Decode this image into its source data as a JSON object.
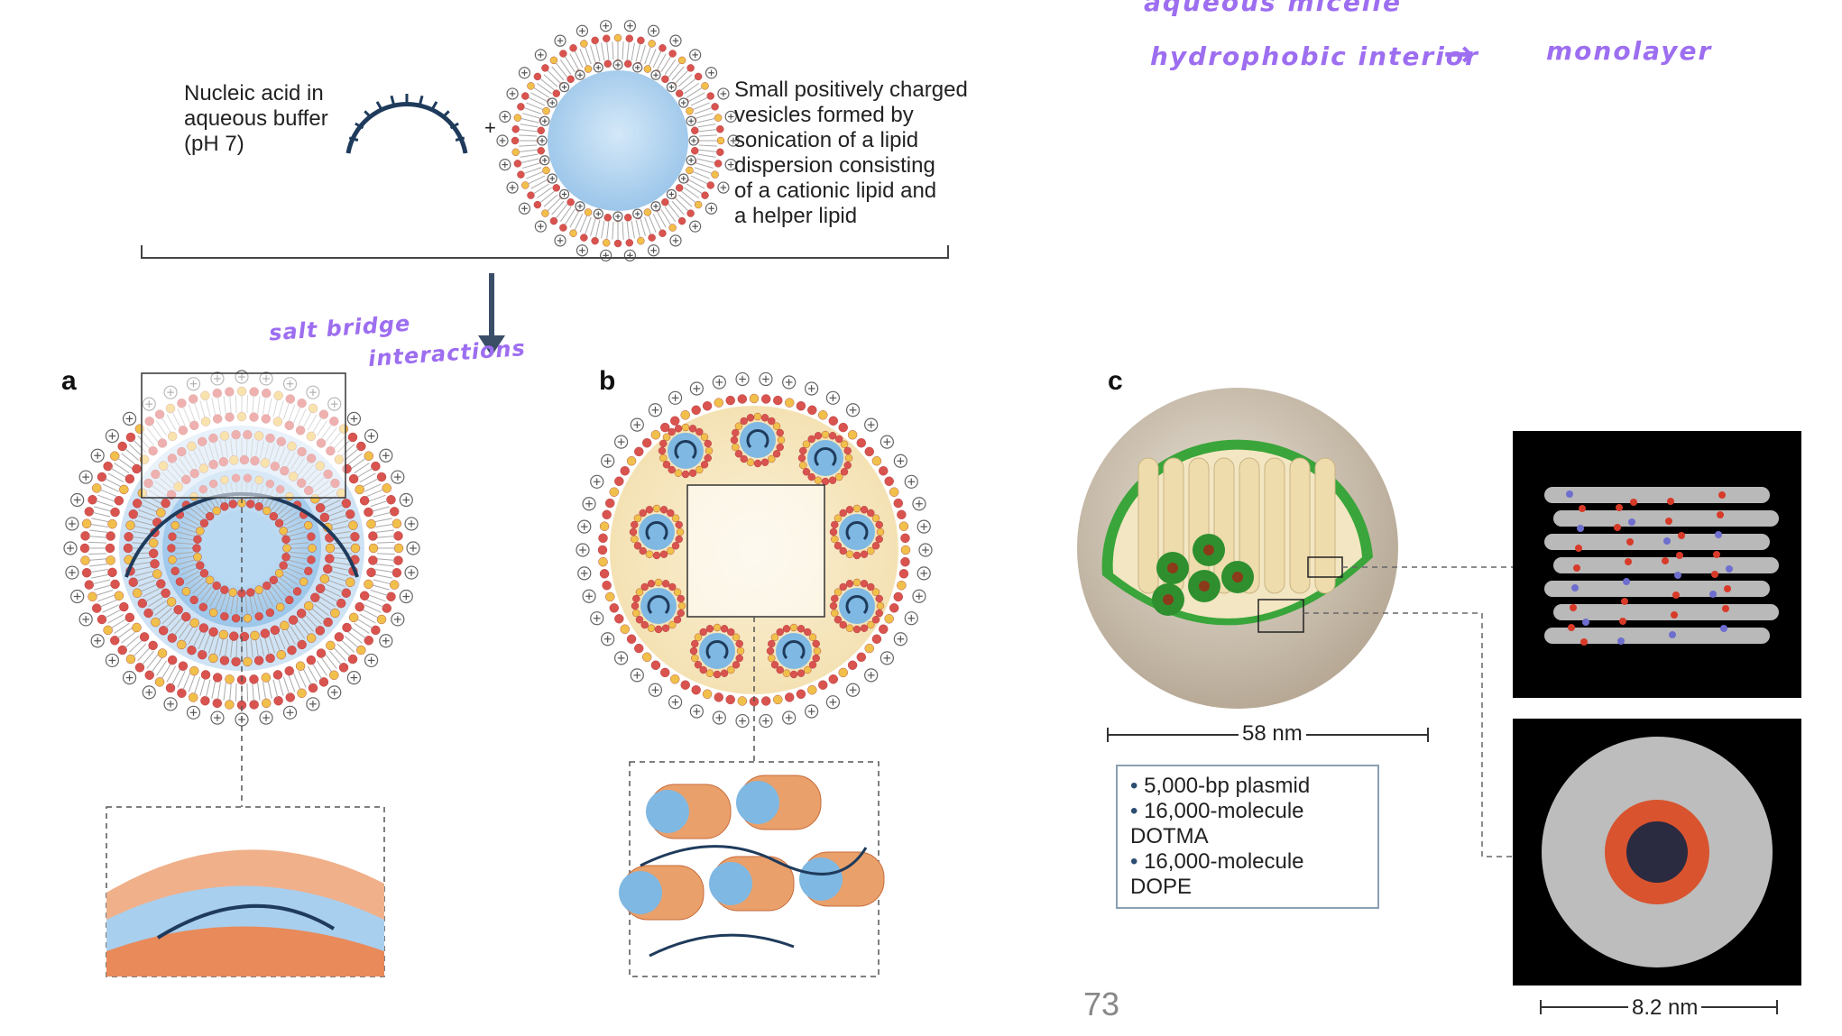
{
  "handwritten": {
    "top_line": "aqueous micelle",
    "line2_left": "hydrophobic interior",
    "line2_right": "monolayer",
    "salt_line1": "salt bridge",
    "salt_line2": "interactions"
  },
  "top": {
    "left_label": [
      "Nucleic acid in",
      "aqueous buffer",
      "(pH 7)"
    ],
    "plus": "+",
    "right_label": [
      "Small positively charged",
      "vesicles formed by",
      "sonication of a lipid",
      "dispersion consisting",
      "of a cationic lipid and",
      "a helper lipid"
    ]
  },
  "panels": {
    "a": "a",
    "b": "b",
    "c": "c"
  },
  "scale": {
    "big": "58 nm",
    "small": "8.2 nm"
  },
  "legend": [
    "5,000-bp plasmid",
    "16,000-molecule DOTMA",
    "16,000-molecule DOPE"
  ],
  "page_number": "73",
  "colors": {
    "handwriting": "#9d6ef0",
    "dna": "#1f3b5c",
    "lipid_red": "#d9534f",
    "lipid_yellow": "#f0c04b",
    "aqueous_blue": "#a9cfee",
    "lipid_green": "#3aa53a"
  }
}
